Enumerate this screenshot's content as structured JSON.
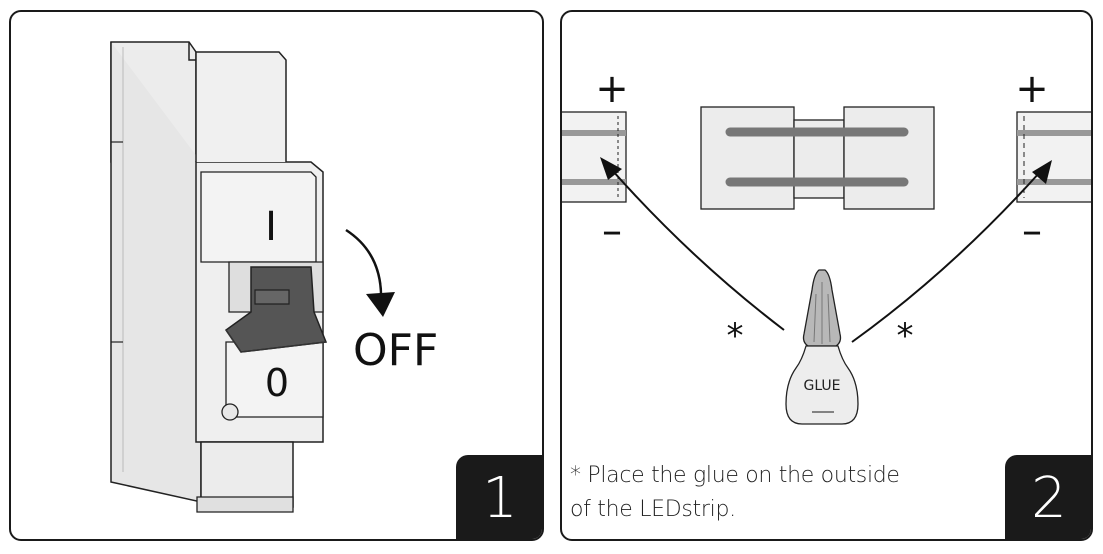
{
  "panel1": {
    "switch_on_mark": "I",
    "switch_off_mark": "0",
    "action_label": "OFF",
    "step_number": "1"
  },
  "panel2": {
    "plus_symbol": "+",
    "minus_symbol": "–",
    "asterisk": "*",
    "glue_label": "GLUE",
    "note_line1": "* Place the glue on the outside",
    "note_line2": "of the LEDstrip.",
    "step_number": "2"
  }
}
